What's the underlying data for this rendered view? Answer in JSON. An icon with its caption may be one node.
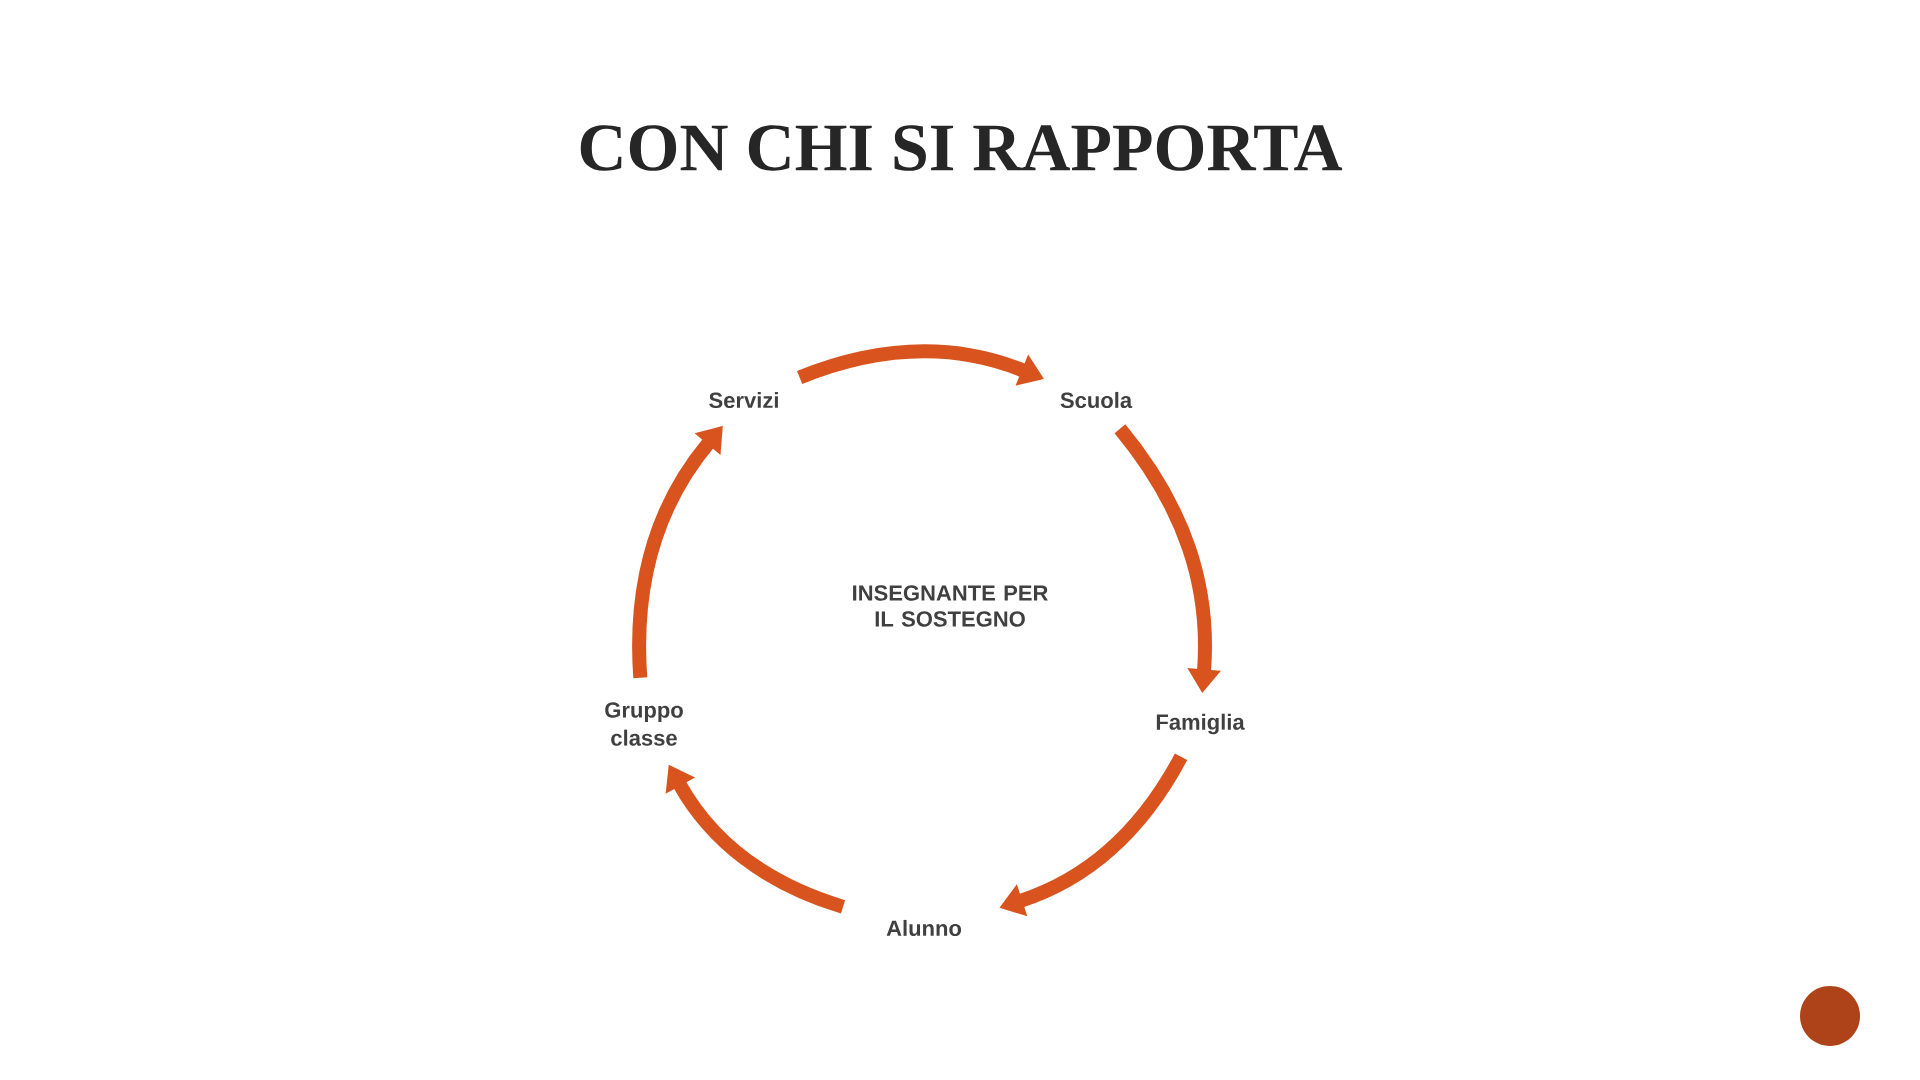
{
  "diagram": {
    "title": "CON CHI SI RAPPORTA",
    "nodes": [
      {
        "text": [
          "Servizi"
        ]
      },
      {
        "text": [
          "Scuola"
        ]
      },
      {
        "text": [
          "Famiglia"
        ]
      },
      {
        "text": [
          "Alunno"
        ]
      },
      {
        "text": [
          "Gruppo classe"
        ]
      }
    ],
    "edges": [
      {
        "from": 0,
        "to": 1,
        "arrow": "to"
      },
      {
        "from": 1,
        "to": 2,
        "arrow": "to"
      },
      {
        "from": 2,
        "to": 3,
        "arrow": "to"
      },
      {
        "from": 3,
        "to": 4,
        "arrow": "to"
      },
      {
        "from": 4,
        "to": 0,
        "arrow": "to"
      }
    ],
    "labels": [
      "INSEGNANTE PER IL SOSTEGNO"
    ]
  }
}
